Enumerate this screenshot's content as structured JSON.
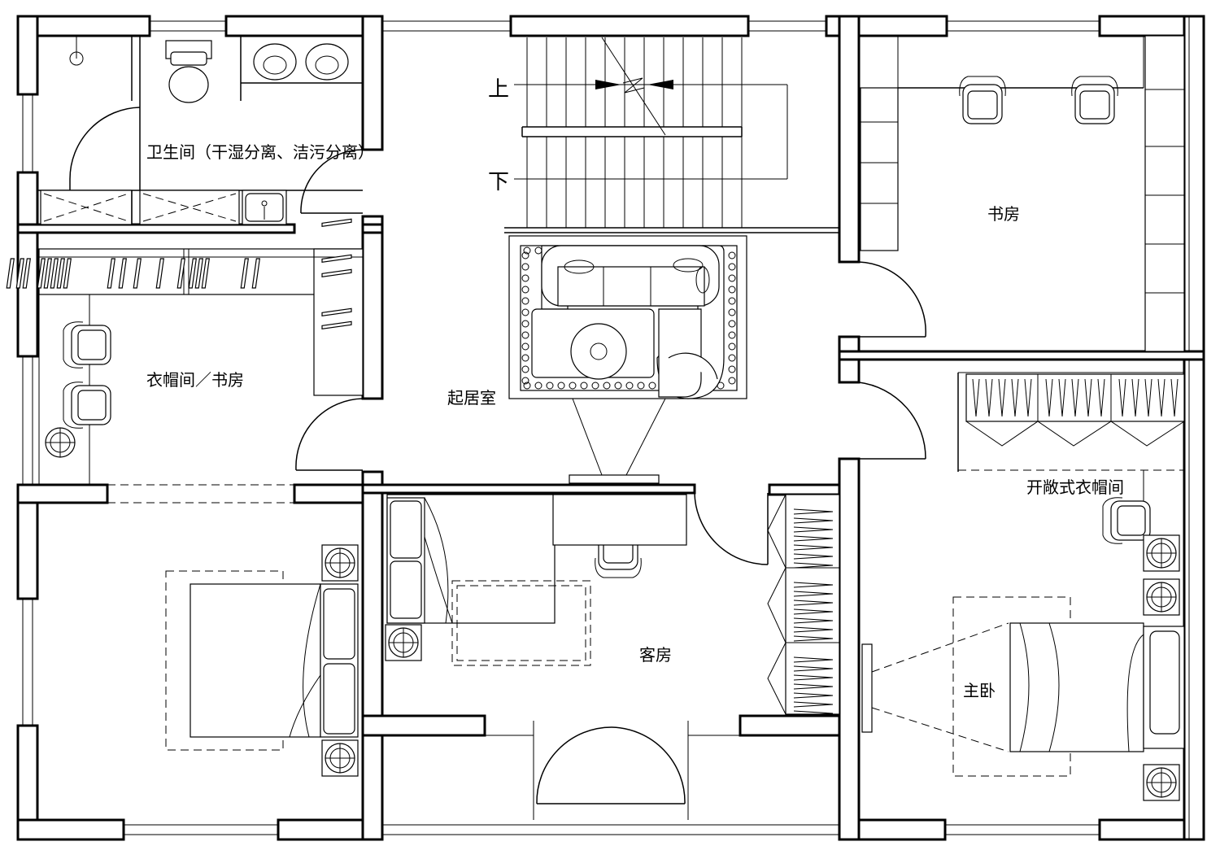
{
  "rooms": {
    "bathroom": "卫生间（干湿分离、洁污分离）",
    "wardrobe_study_left": "衣帽间／书房",
    "living_room": "起居室",
    "study_right": "书房",
    "open_wardrobe": "开敞式衣帽间",
    "guest_room": "客房",
    "master_bedroom": "主卧"
  },
  "stairs": {
    "up_label": "上",
    "down_label": "下"
  }
}
